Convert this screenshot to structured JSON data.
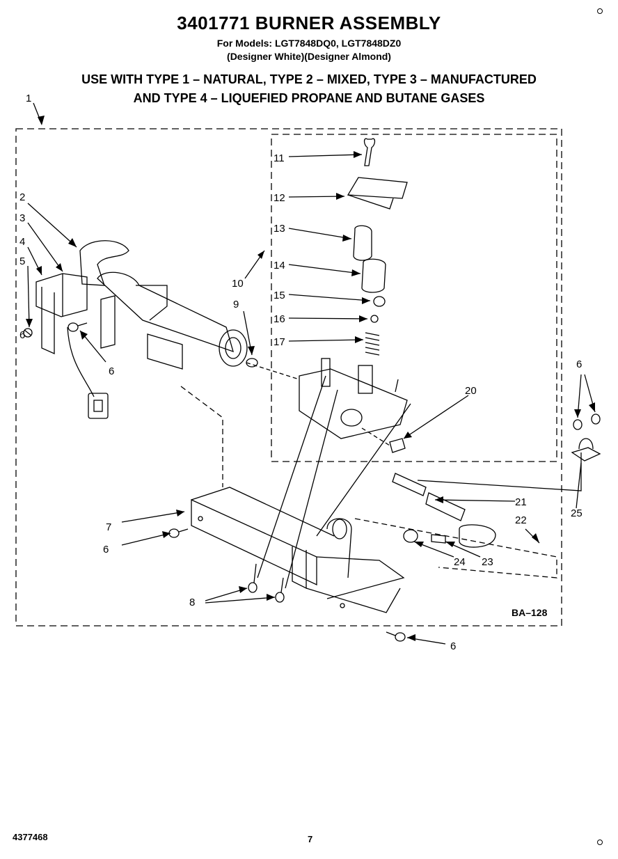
{
  "header": {
    "title": "3401771 BURNER ASSEMBLY",
    "models": "For Models: LGT7848DQ0, LGT7848DZ0",
    "finish": "(Designer White)(Designer Almond)",
    "use_line1": "USE WITH TYPE 1 – NATURAL, TYPE 2 – MIXED, TYPE 3 – MANUFACTURED",
    "use_line2": "AND TYPE 4 – LIQUEFIED PROPANE AND BUTANE GASES"
  },
  "diagram": {
    "code": "BA–128",
    "callouts": [
      "1",
      "2",
      "3",
      "4",
      "5",
      "6",
      "6",
      "6",
      "6",
      "6",
      "7",
      "8",
      "9",
      "10",
      "11",
      "12",
      "13",
      "14",
      "15",
      "16",
      "17",
      "20",
      "21",
      "22",
      "23",
      "24",
      "25"
    ]
  },
  "footer": {
    "doc_number": "4377468",
    "page_number": "7"
  }
}
